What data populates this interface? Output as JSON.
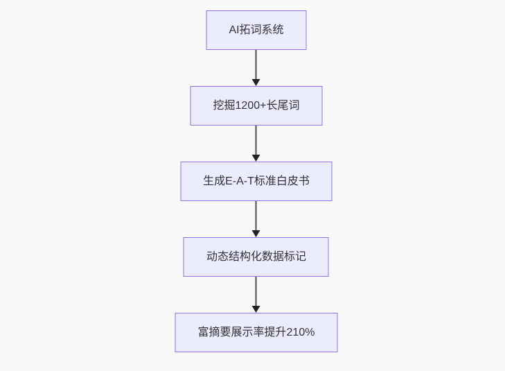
{
  "flowchart": {
    "direction": "top-down",
    "nodes": [
      {
        "label": "AI拓词系统"
      },
      {
        "label": "挖掘1200+长尾词"
      },
      {
        "label": "生成E-A-T标准白皮书"
      },
      {
        "label": "动态结构化数据标记"
      },
      {
        "label": "富摘要展示率提升210%"
      }
    ],
    "edges": [
      {
        "from": 0,
        "to": 1
      },
      {
        "from": 1,
        "to": 2
      },
      {
        "from": 2,
        "to": 3
      },
      {
        "from": 3,
        "to": 4
      }
    ],
    "colors": {
      "background": "#f9f9f9",
      "node_fill": "#ECECFF",
      "node_border": "#9370DB",
      "node_text": "#333333",
      "arrow_line": "#4d4d4d",
      "arrow_head": "#222222"
    }
  }
}
